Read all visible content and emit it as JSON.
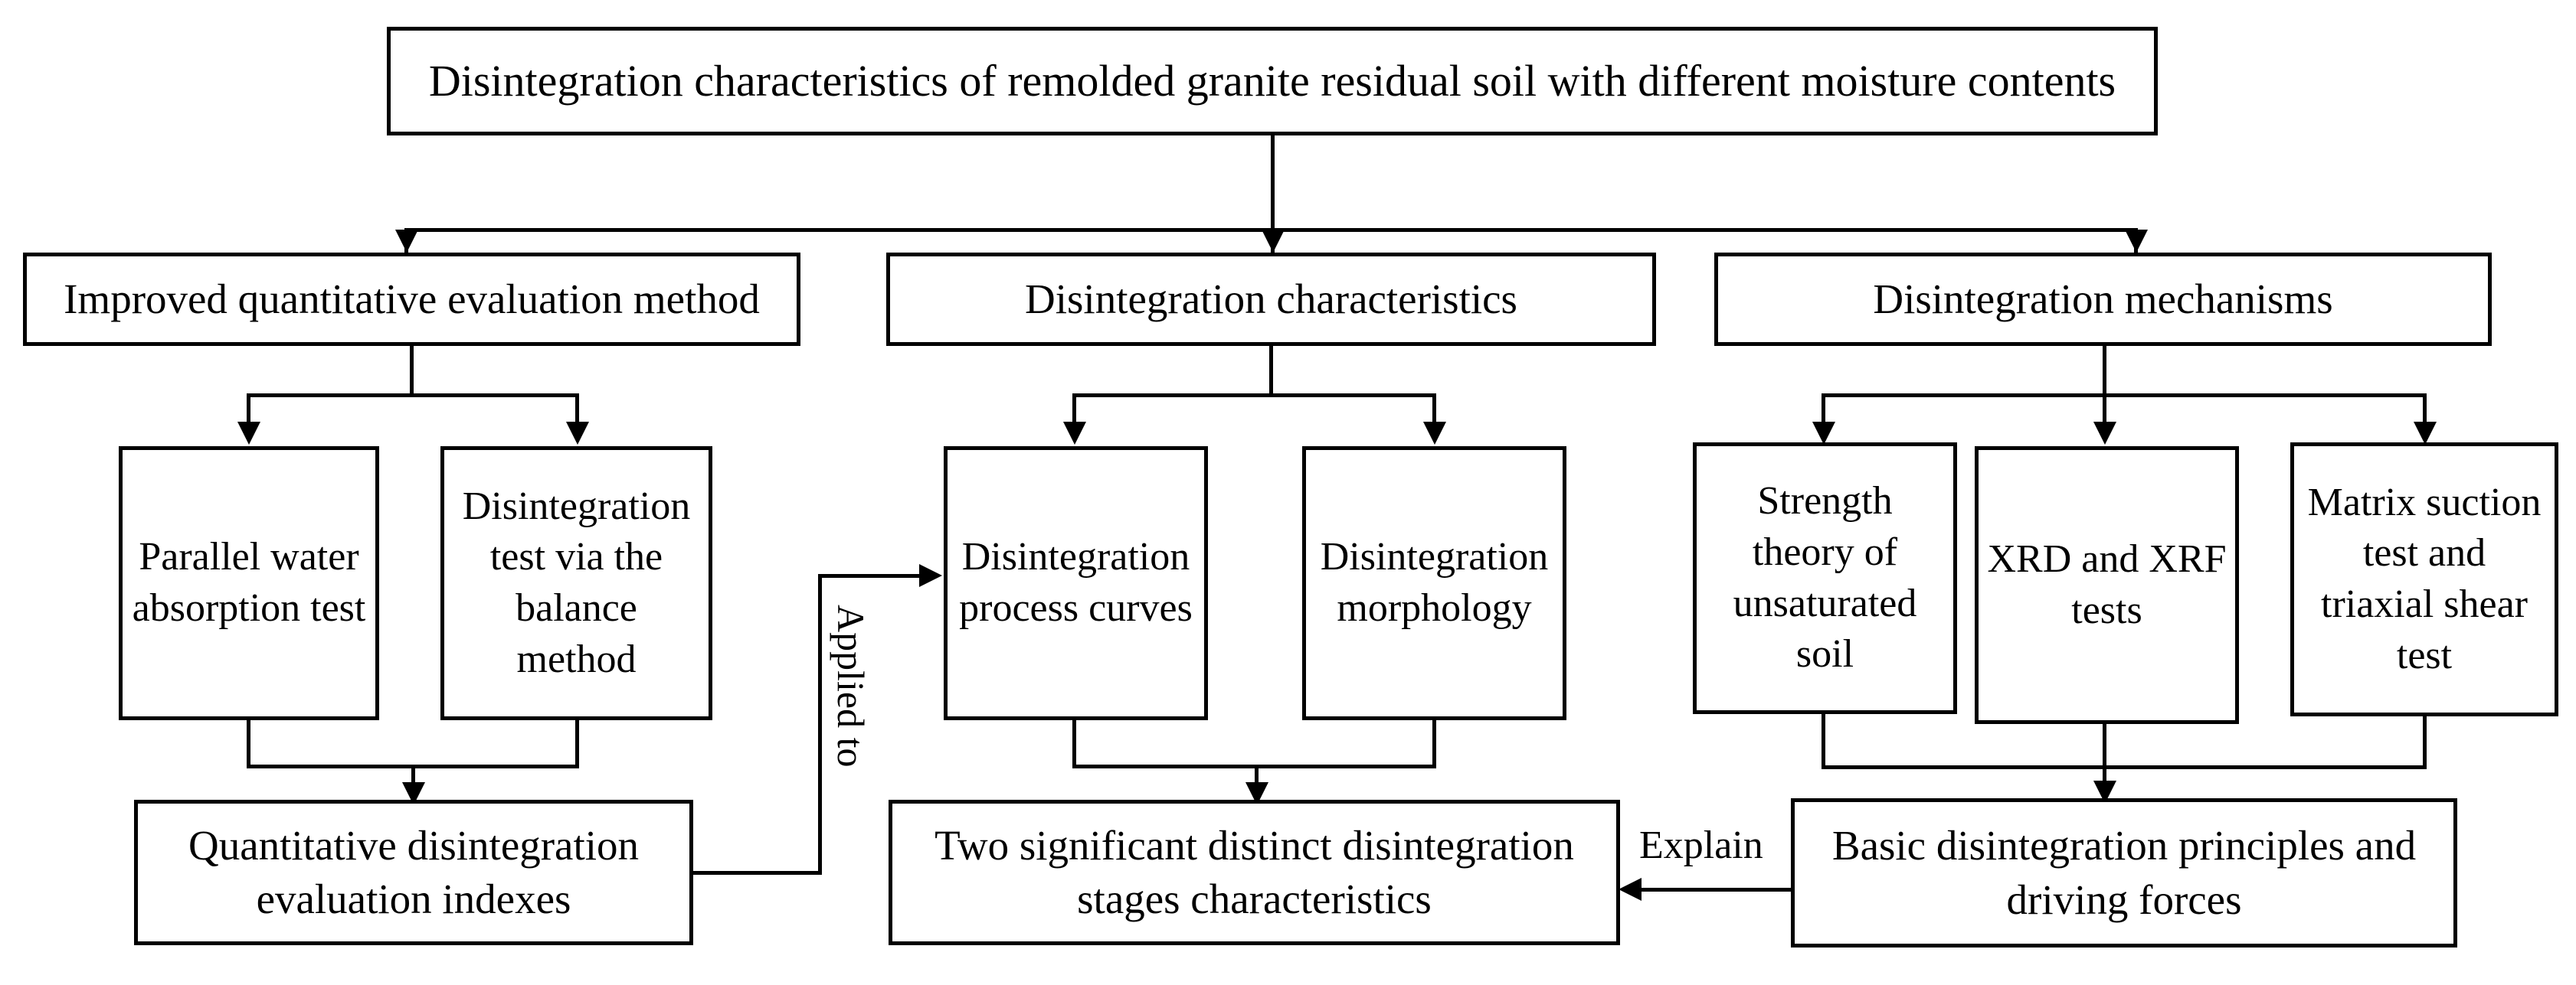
{
  "diagram": {
    "title_box": "Disintegration characteristics of remolded granite residual soil with different moisture contents",
    "level2": {
      "left": "Improved quantitative evaluation method",
      "mid": "Disintegration characteristics",
      "right": "Disintegration mechanisms"
    },
    "level3": {
      "a": "Parallel water absorption test",
      "b": "Disintegration test via the balance method",
      "c": "Disintegration process curves",
      "d": "Disintegration morphology",
      "e": "Strength theory of unsaturated soil",
      "f": "XRD and XRF tests",
      "g": "Matrix suction test and triaxial shear test"
    },
    "level4": {
      "left": "Quantitative disintegration evaluation indexes",
      "mid": "Two significant distinct disintegration stages characteristics",
      "right": "Basic disintegration principles and driving forces"
    },
    "edge_labels": {
      "applied_to": "Applied to",
      "explain": "Explain"
    },
    "colors": {
      "stroke": "#000000",
      "fill": "#ffffff",
      "text": "#000000"
    }
  }
}
